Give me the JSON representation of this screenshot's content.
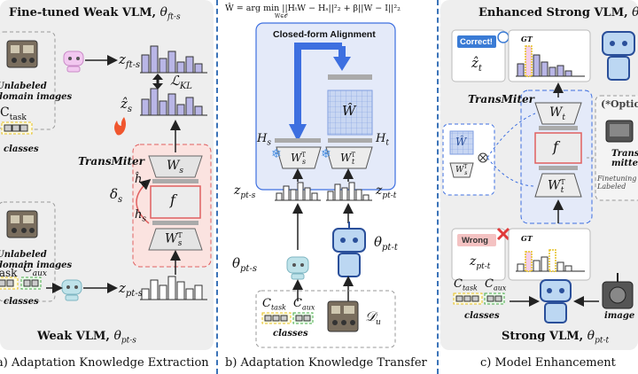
{
  "panels": {
    "a": {
      "title": "Fine-tuned Weak VLM,",
      "title_theta": "θ",
      "title_sub": "ft-s",
      "unlabeled1": "Unlabeled\ndomain images",
      "unlabeled2": "Unlabeled\ndomain images",
      "ctask": "C",
      "ctask_sub": "task",
      "caux": "C",
      "caux_sub": "aux",
      "classes1": "classes",
      "classes2": "classes",
      "z_ft_s": "z",
      "z_ft_s_sub": "ft-s",
      "z_hat_s": "ẑ",
      "z_hat_s_sub": "s",
      "z_pt_s": "z",
      "z_pt_s_sub": "pt-s",
      "loss": "ℒ",
      "loss_sub": "KL",
      "transmiter": "TransMiter",
      "delta": "δ",
      "delta_sub": "s",
      "h_hat": "ĥ",
      "h_hat_sub": "s",
      "h": "h",
      "h_sub": "s",
      "ws": "W",
      "ws_sub": "s",
      "f": "f",
      "wst": "W",
      "wst_sup": "T",
      "wst_sub": "s",
      "footer": "Weak VLM,",
      "footer_theta": "θ",
      "footer_sub": "pt-s",
      "caption": "a) Adaptation Knowledge Extraction"
    },
    "b": {
      "formula": "Ŵ = arg min ||HₜW − Hₛ||²₂ + β||W − I||²₂",
      "formula_sub": "W∈𝒪",
      "box_title": "Closed-form Alignment",
      "w_hat": "Ŵ",
      "hs": "H",
      "hs_sub": "s",
      "ht": "H",
      "ht_sub": "t",
      "wst": "W",
      "wst_sup": "T",
      "wst_sub": "s",
      "wtt": "W",
      "wtt_sup": "T",
      "wtt_sub": "t",
      "z_pt_s": "z",
      "z_pt_s_sub": "pt-s",
      "z_pt_t": "z",
      "z_pt_t_sub": "pt-t",
      "theta_pt_s": "θ",
      "theta_pt_s_sub": "pt-s",
      "theta_pt_t": "θ",
      "theta_pt_t_sub": "pt-t",
      "ctask": "C",
      "ctask_sub": "task",
      "caux": "C",
      "caux_sub": "aux",
      "du": "𝒟",
      "du_sub": "u",
      "classes": "classes",
      "caption": "b) Adaptation Knowledge Transfer"
    },
    "c": {
      "title": "Enhanced Strong VLM,",
      "title_theta": "θ",
      "title_sub": "ft",
      "correct": "Correct!",
      "gt1": "GT",
      "gt2": "GT",
      "z_hat_t": "ẑ",
      "z_hat_t_sub": "t",
      "transmiter": "TransMiter",
      "wt": "W",
      "wt_sub": "t",
      "f": "f",
      "wtt": "W",
      "wtt_sup": "T",
      "wtt_sub": "t",
      "w_hat": "Ŵ",
      "w_hat_s": "W",
      "w_hat_s_sup": "T",
      "w_hat_s_sub": "s",
      "optional": "(*Optio",
      "transmitter_label": "Trans\nmitte",
      "finetuning_label": "Finetuning\nLabeled",
      "wrong": "Wrong",
      "z_pt_t": "z",
      "z_pt_t_sub": "pt-t",
      "ctask": "C",
      "ctask_sub": "task",
      "caux": "C",
      "caux_sub": "aux",
      "classes": "classes",
      "image": "image",
      "footer": "Strong VLM,",
      "footer_theta": "θ",
      "footer_sub": "pt-t",
      "caption": "c) Model Enhancement"
    }
  },
  "colors": {
    "panel_bg": "#eeeeee",
    "bar_fill": "#b9b6e6",
    "accent_blue": "#3d6fe0",
    "transmiter_border": "#e06060",
    "correct_blue": "#3a7bd5",
    "wrong_red": "#e03a3a",
    "gt_yellow": "#e6c020"
  }
}
